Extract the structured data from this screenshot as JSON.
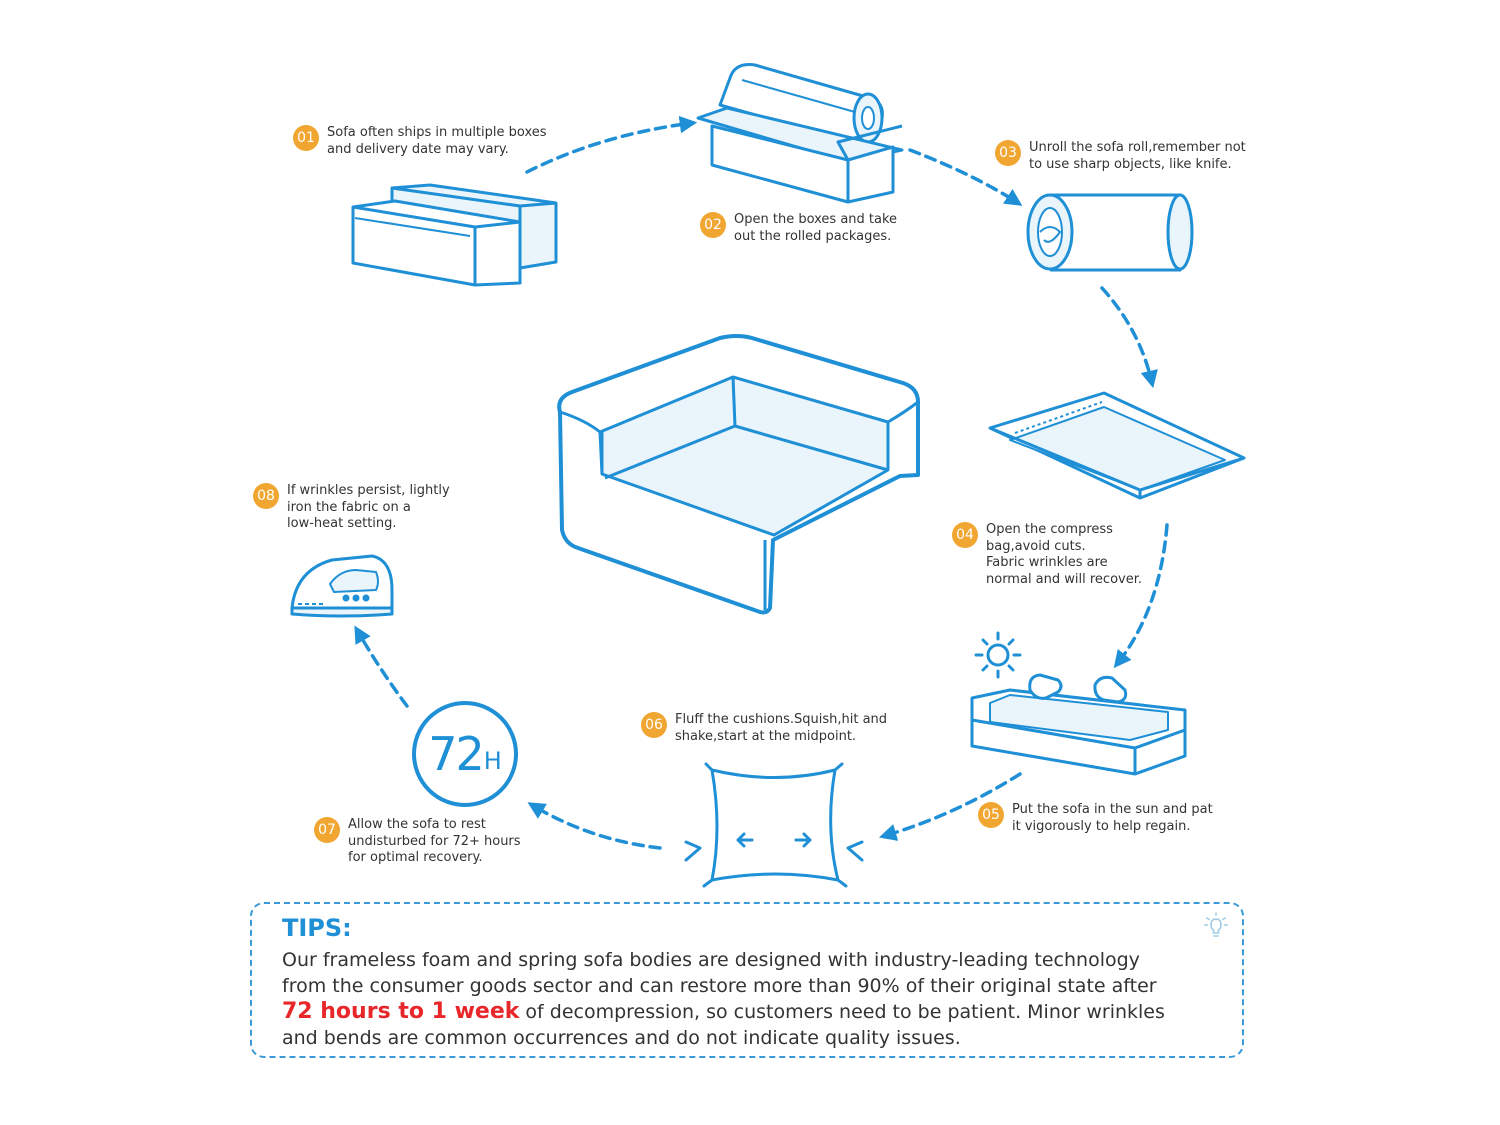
{
  "colors": {
    "accent_blue": "#1f8fd6",
    "fill_light": "#e9f4fb",
    "badge_orange": "#f0a630",
    "highlight_red": "#e8272a",
    "text": "#333333"
  },
  "steps": [
    {
      "num": "01",
      "lines": [
        "Sofa often ships in multiple boxes",
        "and delivery date may vary."
      ],
      "icon": "stacked-boxes-icon"
    },
    {
      "num": "02",
      "lines": [
        "Open the boxes and take",
        "out the rolled packages."
      ],
      "icon": "open-box-with-roll-icon"
    },
    {
      "num": "03",
      "lines": [
        "Unroll the sofa roll,remember not",
        "to use sharp objects, like knife."
      ],
      "icon": "sofa-roll-icon"
    },
    {
      "num": "04",
      "lines": [
        "Open the compress",
        "bag,avoid cuts.",
        "Fabric wrinkles are",
        "normal and will recover."
      ],
      "icon": "compress-bag-icon"
    },
    {
      "num": "05",
      "lines": [
        "Put the sofa in the sun and pat",
        "it vigorously to help regain."
      ],
      "icon": "sun-and-patting-hands-icon"
    },
    {
      "num": "06",
      "lines": [
        "Fluff the cushions.Squish,hit and",
        "shake,start at the midpoint."
      ],
      "icon": "cushion-icon"
    },
    {
      "num": "07",
      "lines": [
        "Allow the sofa to rest",
        "undisturbed for 72+ hours",
        "for optimal recovery."
      ],
      "icon": "timer-72h-icon"
    },
    {
      "num": "08",
      "lines": [
        "If wrinkles persist, lightly",
        "iron the fabric on a",
        "low-heat setting."
      ],
      "icon": "iron-icon"
    }
  ],
  "timer": {
    "number": "72",
    "unit": "H"
  },
  "tips": {
    "title": "TIPS:",
    "line1": "Our frameless foam and spring sofa bodies are designed with industry-leading technology",
    "line2": "from the consumer goods sector and can restore more than 90% of their original state after",
    "highlight": "72 hours to 1 week",
    "line3_rest": " of decompression, so customers need to be patient. Minor wrinkles",
    "line4": "and bends are common occurrences and do not indicate quality issues.",
    "icon": "lightbulb-icon"
  }
}
